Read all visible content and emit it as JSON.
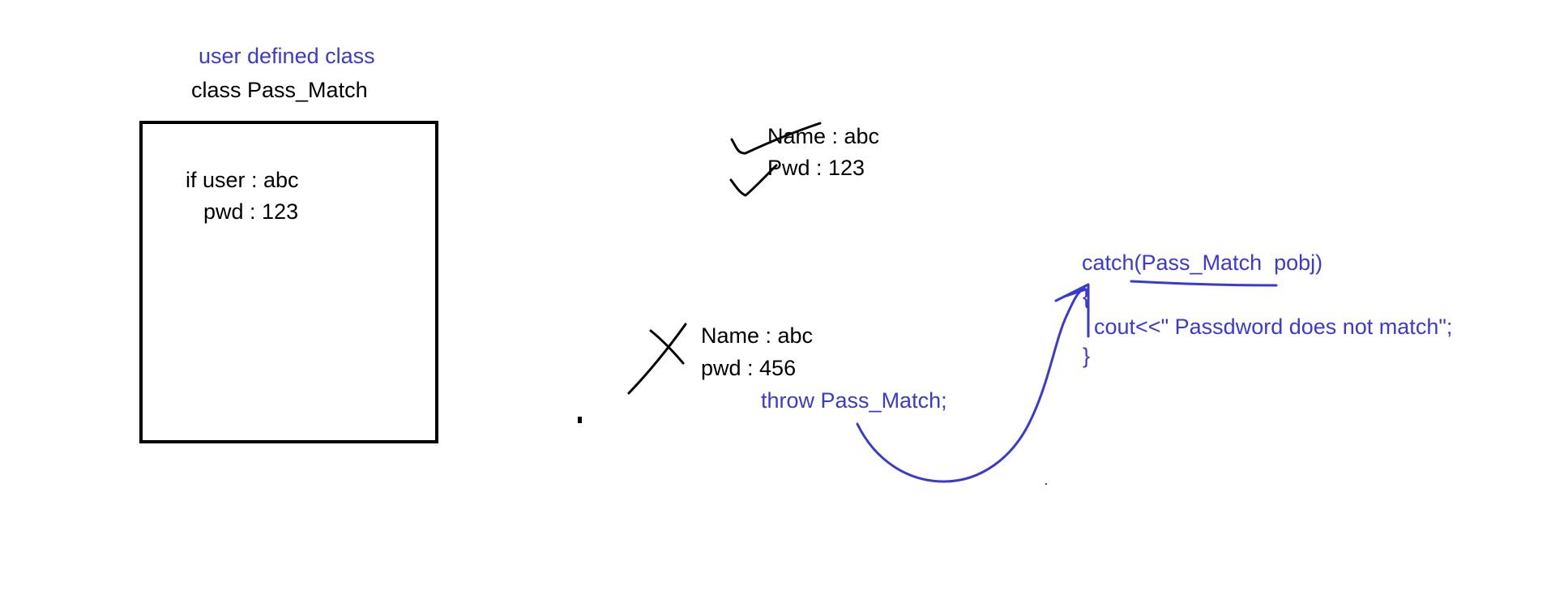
{
  "colors": {
    "ink_black": "#000000",
    "ink_blue": "#3a3ad2",
    "background": "#ffffff"
  },
  "class_box": {
    "caption": "user defined class",
    "title": "class Pass_Match",
    "condition_user": "if user : abc",
    "condition_pwd": "pwd : 123"
  },
  "valid_login": {
    "mark": "check-mark",
    "name": "Name : abc",
    "pwd": "Pwd : 123"
  },
  "invalid_login": {
    "mark": "cross-mark",
    "name": "Name : abc",
    "pwd": "pwd : 456",
    "throw_statement": "throw Pass_Match;"
  },
  "catch_block": {
    "signature": "catch(Pass_Match  pobj)",
    "brace_open": "{",
    "body": "cout<<\" Passdword does not match\";",
    "brace_close": "}"
  }
}
